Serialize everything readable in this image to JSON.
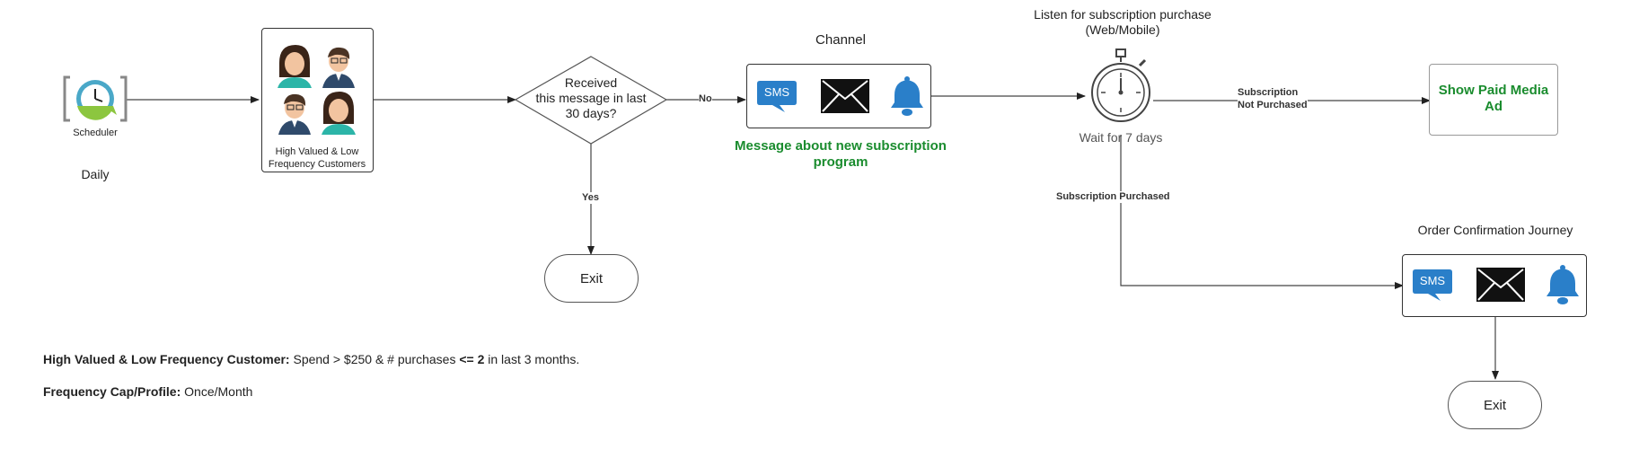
{
  "scheduler": {
    "label": "Scheduler",
    "frequency": "Daily"
  },
  "audience": {
    "label_line1": "High Valued & Low",
    "label_line2": "Frequency Customers"
  },
  "decision": {
    "line1": "Received",
    "line2": "this message in last",
    "line3": "30 days?",
    "no_label": "No",
    "yes_label": "Yes"
  },
  "exit1": {
    "label": "Exit"
  },
  "channel": {
    "title": "Channel",
    "sms_text": "SMS",
    "message_line1": "Message about new subscription",
    "message_line2": "program"
  },
  "listener": {
    "title_line1": "Listen for subscription purchase",
    "title_line2": "(Web/Mobile)",
    "wait_label": "Wait for 7 days",
    "not_purchased_line1": "Subscription",
    "not_purchased_line2": "Not Purchased",
    "purchased_label": "Subscription Purchased"
  },
  "paid_ad": {
    "line1": "Show Paid Media",
    "line2": "Ad"
  },
  "order_confirmation": {
    "title": "Order Confirmation Journey",
    "sms_text": "SMS"
  },
  "exit2": {
    "label": "Exit"
  },
  "notes": {
    "definition_label": "High Valued & Low Frequency Customer:",
    "definition_text_1": " Spend > $250 & # purchases ",
    "definition_bold": "<= 2",
    "definition_text_2": " in last 3 months.",
    "frequency_label": "Frequency Cap/Profile:",
    "frequency_text": " Once/Month"
  },
  "colors": {
    "green": "#1a8c2e",
    "sms_blue": "#2a7fc9",
    "bell_blue": "#2a7fc9",
    "clock_teal": "#4aa8c8",
    "clock_green": "#8cc63f"
  }
}
